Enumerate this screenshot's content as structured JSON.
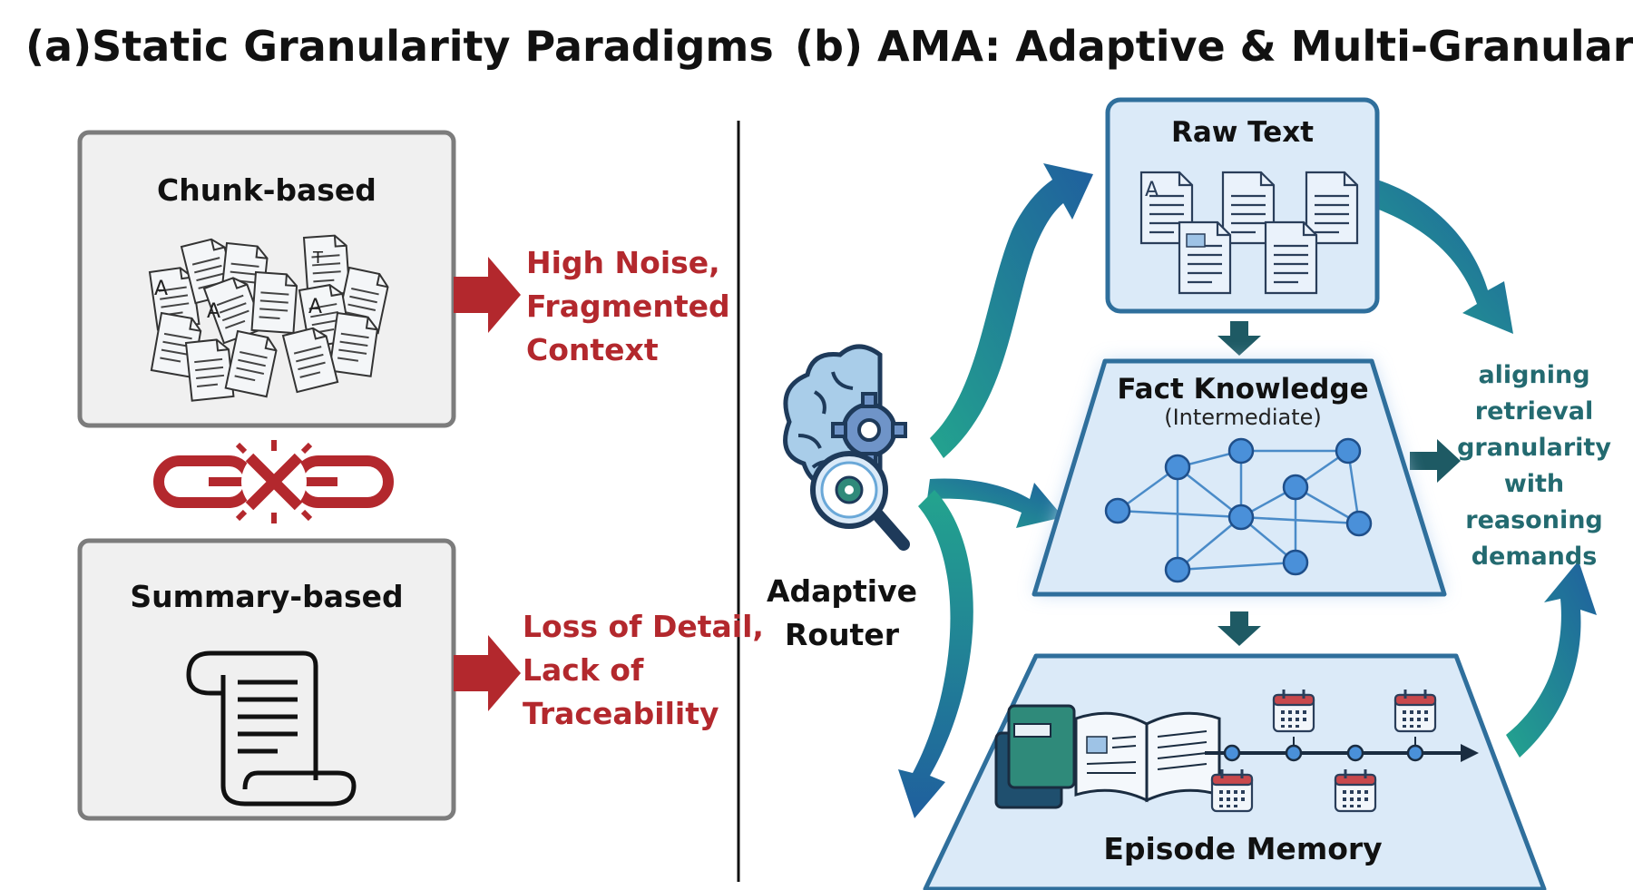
{
  "panel_a": {
    "title": "(a)Static Granularity Paradigms",
    "chunk_box": {
      "title": "Chunk-based",
      "issue_lines": [
        "High Noise,",
        "Fragmented",
        "Context"
      ]
    },
    "summary_box": {
      "title": "Summary-based",
      "issue_lines": [
        "Loss of Detail,",
        "Lack of",
        "Traceability"
      ]
    },
    "icons": [
      "scattered-documents-icon",
      "broken-chain-icon",
      "scroll-icon",
      "red-arrow-icon"
    ]
  },
  "panel_b": {
    "title": "(b) AMA: Adaptive & Multi-Granularity",
    "router_lines": [
      "Adaptive",
      "Router"
    ],
    "raw_text": {
      "title": "Raw Text"
    },
    "fact_knowledge": {
      "title": "Fact Knowledge",
      "subtitle": "(Intermediate)"
    },
    "episode_memory": {
      "title": "Episode Memory"
    },
    "goal_lines": [
      "aligning",
      "retrieval",
      "granularity",
      "with reasoning",
      "demands"
    ],
    "icons": [
      "brain-gear-icon",
      "magnifier-icon",
      "document-icon",
      "knowledge-graph-icon",
      "book-icon",
      "timeline-icon",
      "calendar-icon",
      "curved-arrow-icon"
    ]
  },
  "colors": {
    "red": "#b3282d",
    "teal": "#236a70",
    "blue_box": "#dbeaf8",
    "blue_border": "#2f6f9c",
    "gray_box": "#f0f0f0",
    "gray_border": "#7c7c7c"
  }
}
